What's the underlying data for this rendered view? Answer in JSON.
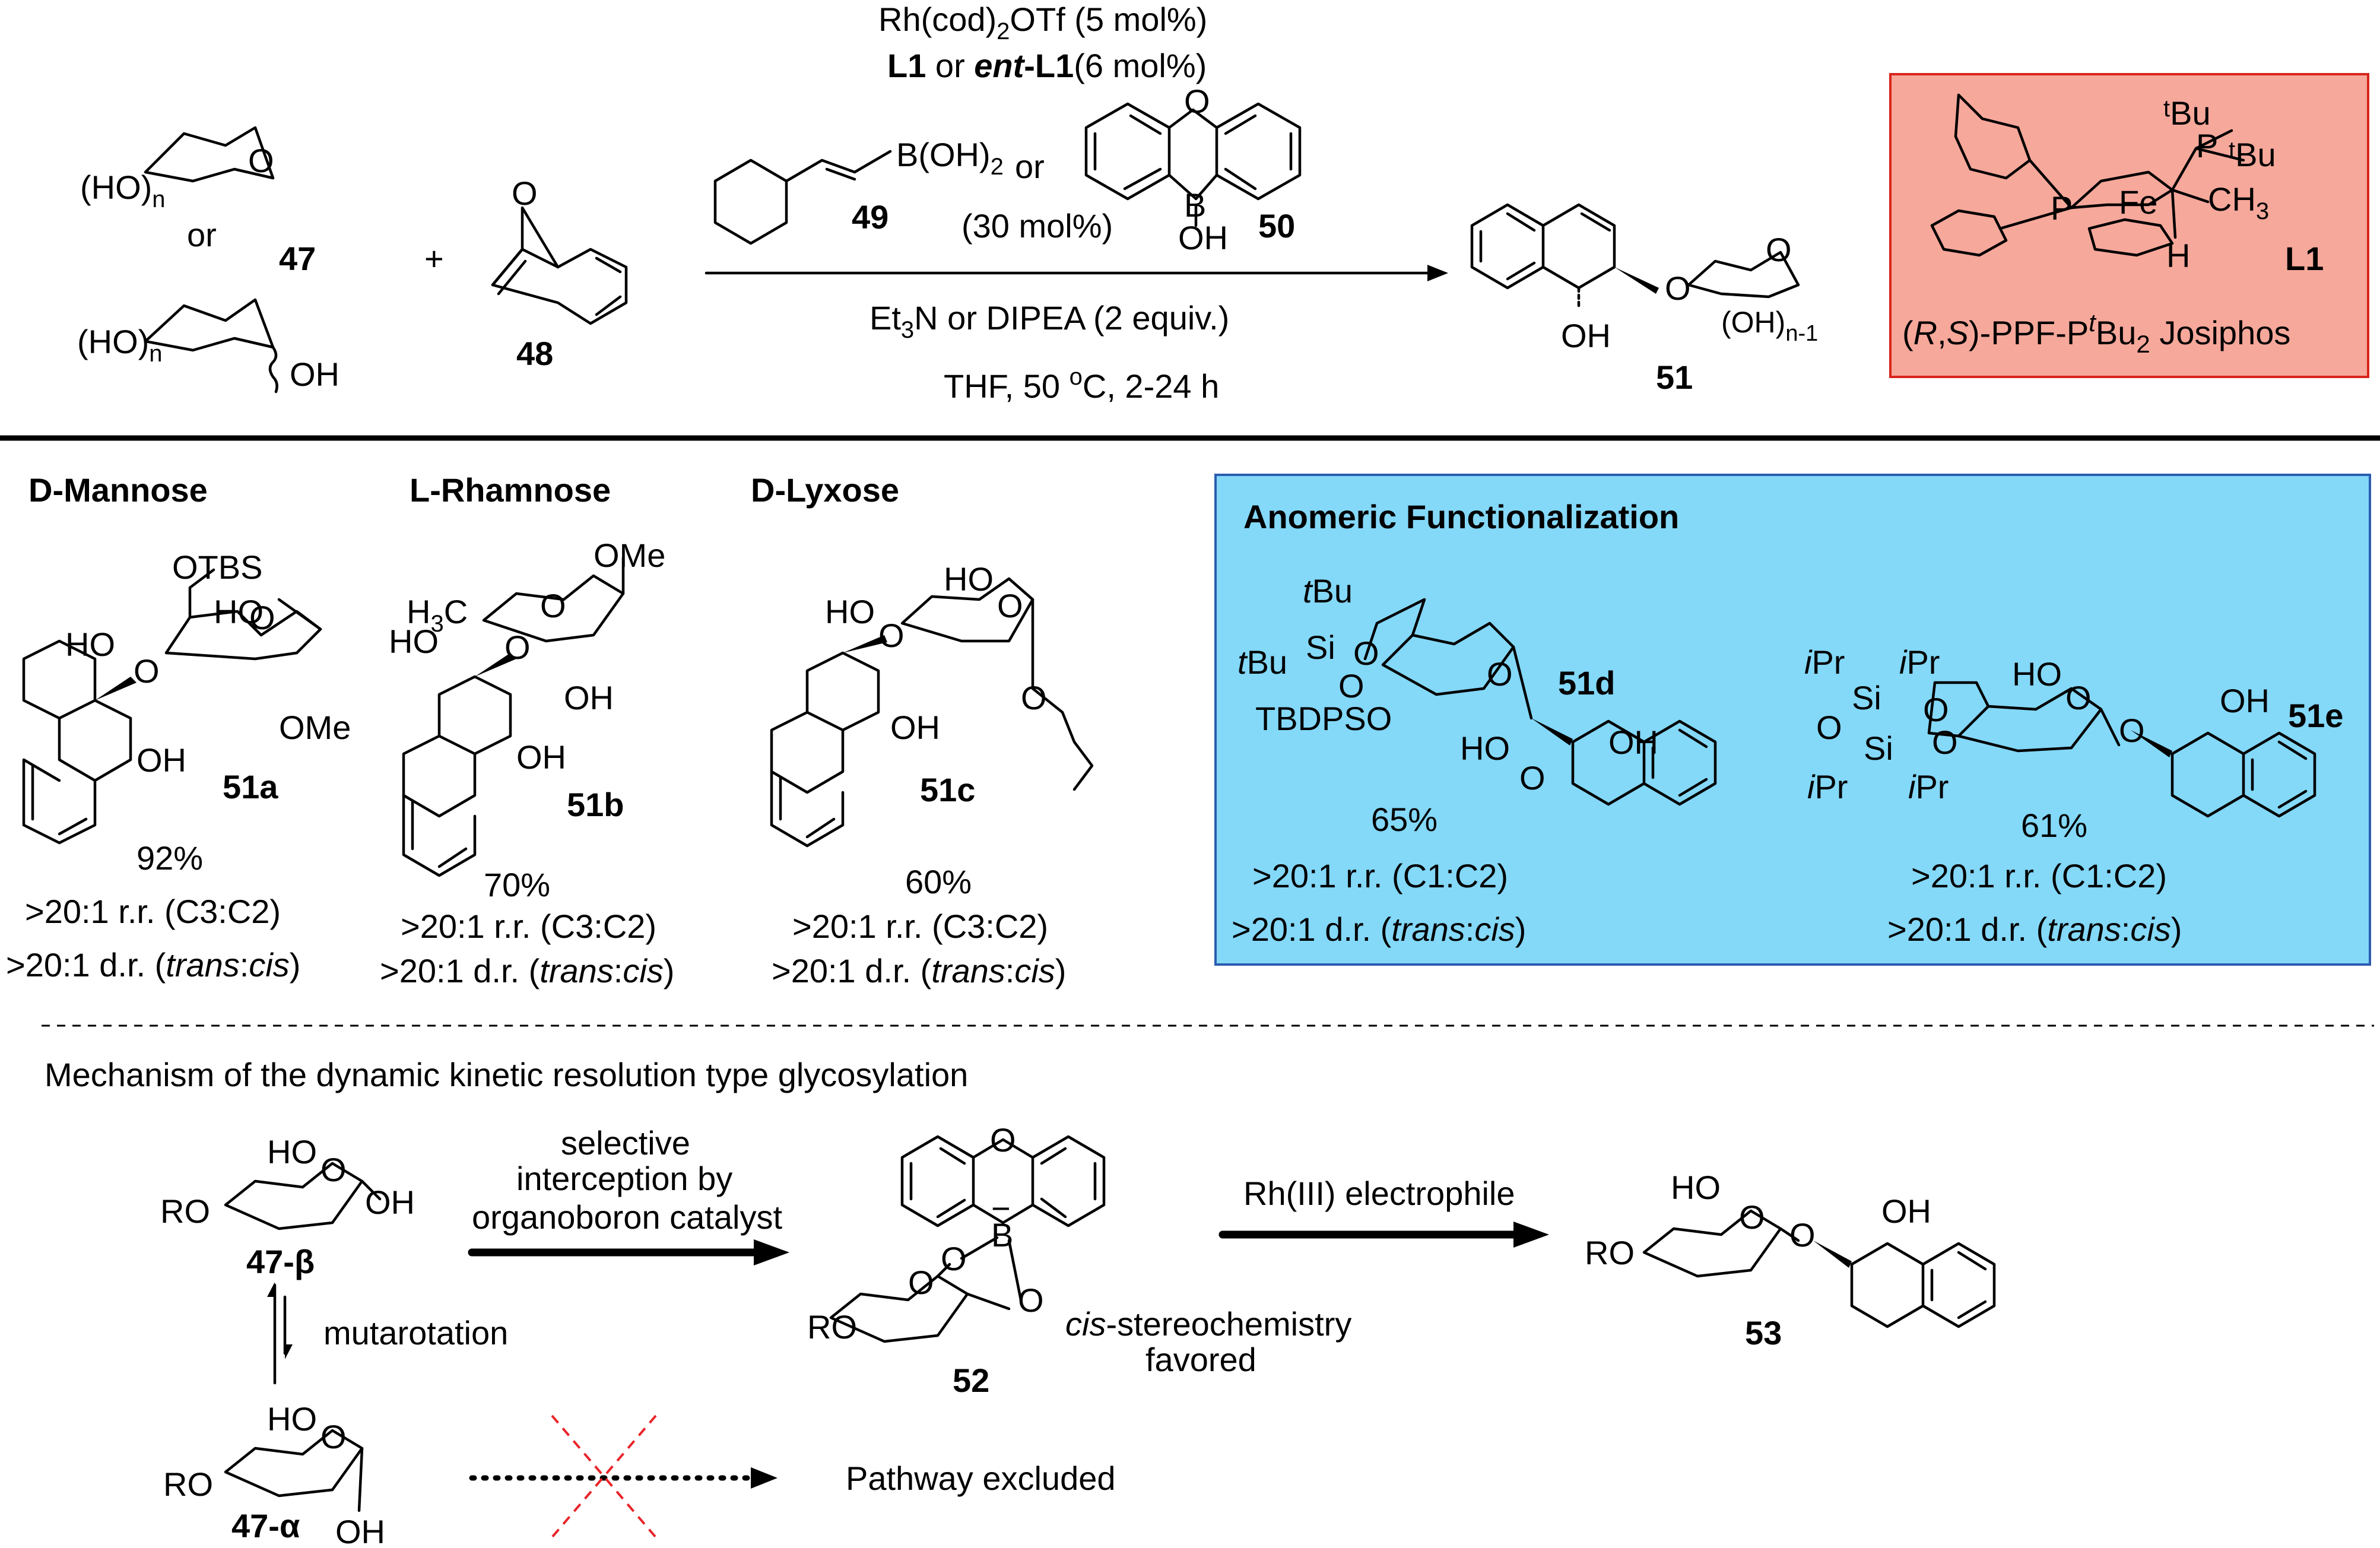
{
  "top_scheme": {
    "reagent_line1_main": "Rh(cod)",
    "reagent_line1_sub": "2",
    "reagent_line1_tail": "OTf (5 mol%)",
    "ligand_l1": "L1",
    "ligand_or": " or ",
    "ligand_ent": "ent",
    "ligand_ent_tail": "-L1",
    "ligand_loading": "(6 mol%)",
    "boronic_acid": "B(OH)",
    "boronic_acid_sub": "2",
    "or_word": "or",
    "compound_49": "49",
    "compound_50": "50",
    "catalyst_loading": "(30 mol%)",
    "oxaborinine_o": "O",
    "oxaborinine_b": "B",
    "oxaborinine_oh": "OH",
    "base_line": "Et3N or DIPEA (2 equiv.)",
    "base_et": "Et",
    "base_sub": "3",
    "base_tail": "N or DIPEA (2 equiv.)",
    "conditions_thf": "THF,  50 ",
    "conditions_deg": "o",
    "conditions_tail": "C, 2-24 h",
    "sugar_ho_n": "(HO)",
    "sugar_n": "n",
    "or_lower": "or",
    "compound_47": "47",
    "plus": "+",
    "compound_48": "48",
    "bridge_o": "O",
    "oh_label": "OH",
    "ring_o": "O",
    "product_oh_n1": "(OH)",
    "product_n1": "n-1",
    "compound_51": "51",
    "ligand_box": {
      "tbu1": "Bu",
      "tbu_t": "t",
      "p_label": "P",
      "fe_label": "Fe",
      "ch3": "CH",
      "ch3_sub": "3",
      "h_label": "H",
      "l1": "L1",
      "name_paren": "(",
      "name_r": "R",
      "name_comma": ",",
      "name_s": "S",
      "name_mid": ")-PPF-P",
      "name_t": "t",
      "name_bu": "Bu",
      "name_sub": "2",
      "name_tail": " Josiphos",
      "fill_color": "#f6a89b",
      "border_color": "#d9241b"
    }
  },
  "products": [
    {
      "sugar": "D-Mannose",
      "id": "51a",
      "yield": "92%",
      "rr": ">20:1 r.r. (C3:C2)",
      "dr_prefix": ">20:1 d.r. (",
      "dr_trans": "trans",
      "dr_colon": ":",
      "dr_cis": "cis",
      "dr_suffix": ")",
      "labels": {
        "otbs": "OTBS",
        "ho": "HO",
        "ho2": "HO",
        "o": "O",
        "ome": "OMe",
        "oh": "OH"
      }
    },
    {
      "sugar": "L-Rhamnose",
      "id": "51b",
      "yield": "70%",
      "rr": ">20:1 r.r. (C3:C2)",
      "dr_prefix": ">20:1 d.r. (",
      "dr_trans": "trans",
      "dr_colon": ":",
      "dr_cis": "cis",
      "dr_suffix": ")",
      "labels": {
        "ome": "OMe",
        "h3c": "H",
        "h3c_sub": "3",
        "h3c_tail": "C",
        "ho": "HO",
        "o": "O",
        "oh": "OH",
        "oh2": "OH"
      }
    },
    {
      "sugar": "D-Lyxose",
      "id": "51c",
      "yield": "60%",
      "rr": ">20:1 r.r. (C3:C2)",
      "dr_prefix": ">20:1 d.r. (",
      "dr_trans": "trans",
      "dr_colon": ":",
      "dr_cis": "cis",
      "dr_suffix": ")",
      "labels": {
        "ho": "HO",
        "ho2": "HO",
        "o": "O",
        "oh": "OH",
        "o_allyl": "O"
      }
    }
  ],
  "anomeric": {
    "title": "Anomeric Functionalization",
    "box_color": "#84d8f8",
    "border_color": "#2a5db0",
    "items": [
      {
        "id": "51d",
        "yield": "65%",
        "rr": ">20:1 r.r. (C1:C2)",
        "dr_prefix": ">20:1 d.r. (",
        "dr_trans": "trans",
        "dr_colon": ":",
        "dr_cis": "cis",
        "dr_suffix": ")",
        "labels": {
          "t": "t",
          "bu": "Bu",
          "si": "Si",
          "o": "O",
          "tbdpso": "TBDPSO",
          "ho": "HO",
          "oh": "OH"
        }
      },
      {
        "id": "51e",
        "yield": "61%",
        "rr": ">20:1 r.r. (C1:C2)",
        "dr_prefix": ">20:1 d.r. (",
        "dr_trans": "trans",
        "dr_colon": ":",
        "dr_cis": "cis",
        "dr_suffix": ")",
        "labels": {
          "i": "i",
          "pr": "Pr",
          "si": "Si",
          "o": "O",
          "ho": "HO",
          "oh": "OH"
        }
      }
    ]
  },
  "mechanism": {
    "title": "Mechanism of the dynamic kinetic resolution type glycosylation",
    "beta_id": "47-β",
    "alpha_id": "47-α",
    "ro": "RO",
    "ho": "HO",
    "o": "O",
    "oh": "OH",
    "b_minus": "B",
    "minus": "−",
    "mutarotation": "mutarotation",
    "arrow1_line1": "selective",
    "arrow1_line2": "interception by",
    "arrow1_line3": "organoboron catalyst",
    "compound_52": "52",
    "cis_italic": "cis",
    "cis_line1_tail": "-stereochemistry",
    "cis_line2": "favored",
    "arrow2_label": "Rh(III) electrophile",
    "compound_53": "53",
    "excluded": "Pathway excluded",
    "cross_color": "#e8242a"
  }
}
